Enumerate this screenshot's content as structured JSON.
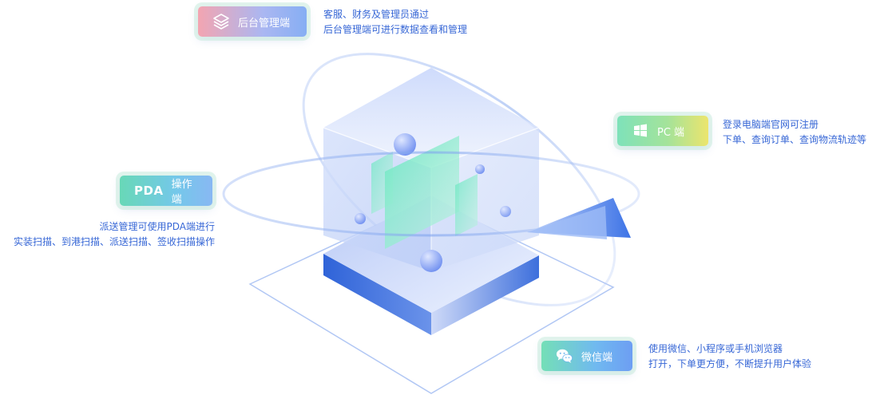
{
  "colors": {
    "text_blue": "#3767d6",
    "cube_top": "#dde6fb",
    "cube_side": "#3f73dc",
    "orbit": "#8fb0ef"
  },
  "admin": {
    "icon": "layers-icon",
    "label": "后台管理端",
    "desc": [
      "客服、财务及管理员通过",
      "后台管理端可进行数据查看和管理"
    ]
  },
  "pc": {
    "icon": "windows-icon",
    "label": "PC 端",
    "desc": [
      "登录电脑端官网可注册",
      "下单、查询订单、查询物流轨迹等"
    ]
  },
  "pda": {
    "label_strong": "PDA",
    "label": "操作端",
    "desc": [
      "派送管理可使用PDA端进行",
      "实装扫描、到港扫描、派送扫描、签收扫描操作"
    ]
  },
  "wechat": {
    "icon": "wechat-icon",
    "label": "微信端",
    "desc": [
      "使用微信、小程序或手机浏览器",
      "打开，下单更方便，不断提升用户体验"
    ]
  }
}
